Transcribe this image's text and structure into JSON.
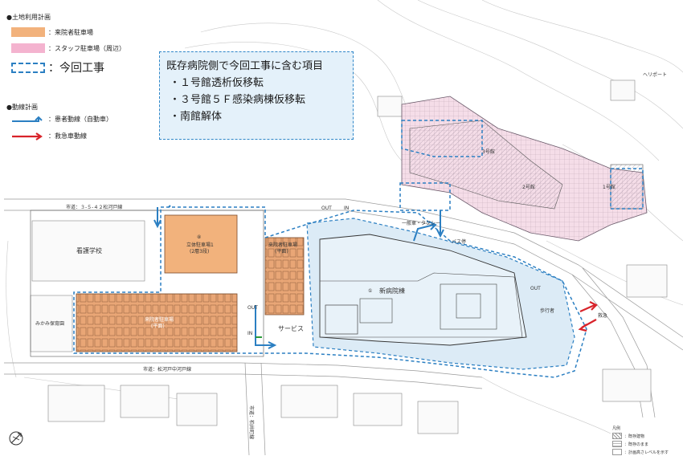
{
  "legend": {
    "land_use_heading": "●土地利用計画",
    "land_use": [
      {
        "label": "：来院者駐車場",
        "swatch": "orange"
      },
      {
        "label": "：スタッフ駐車場（周辺）",
        "swatch": "pink"
      },
      {
        "label": "：今回工事",
        "swatch": "dashed-blue"
      }
    ],
    "flow_heading": "●動線計画",
    "flows": [
      {
        "label": "：患者動線（自動車）",
        "arrow": "blue"
      },
      {
        "label": "：救急車動線",
        "arrow": "red"
      }
    ]
  },
  "info_box": {
    "title": "既存病院側で今回工事に含む項目",
    "items": [
      "・１号館透析仮移転",
      "・３号館５Ｆ感染病棟仮移転",
      "・南館解体"
    ]
  },
  "map_labels": {
    "road_north": "市道：３-５-４２松河戸線",
    "road_south": "市道：松河戸中河戸線",
    "road_center": "市道：柏井町線",
    "nursing_school": "看護学校",
    "nursery": "みかみ保育園",
    "garage_no": "⑧",
    "garage_name": "立体駐車場1",
    "garage_sub": "(2層3段)",
    "big_parking": "来院者駐車場",
    "big_parking_sub": "(平面)",
    "parking_ew_a": "来院者駐車場",
    "parking_ew_b": "(平面)",
    "new_hospital_no": "①",
    "new_hospital": "新病院棟",
    "service": "サービス",
    "bus_stop": "バス停",
    "taxi": "一般車・タクシー",
    "pedestrian": "歩行者",
    "emergency": "救急",
    "out_a": "OUT",
    "in_a": "IN",
    "out_b": "OUT",
    "in_b": "IN",
    "out_c": "OUT",
    "hospital_existing_a": "2号館",
    "hospital_existing_b": "1号館",
    "hospital_existing_c": "3号館",
    "helipad": "ヘリポート"
  },
  "map_legend": {
    "title": "凡例",
    "items": [
      "：既存建物",
      "：既存のまま",
      "：計画高さレベルを示す"
    ]
  },
  "colors": {
    "orange": "#f2b27c",
    "pink": "#f4b3cf",
    "site_blue": "#2b7fc2",
    "site_fill": "#dcebf6",
    "patient_arrow": "#2b7fc2",
    "ambulance_arrow": "#d8232a",
    "construction_fill": "#e4f1fa"
  },
  "icons": [
    "compass-icon",
    "north-arrow-icon"
  ]
}
